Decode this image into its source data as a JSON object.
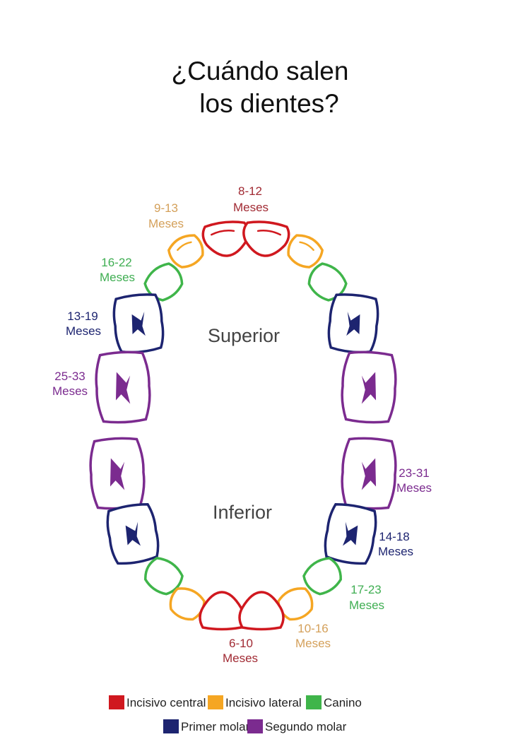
{
  "title": {
    "line1": "¿Cuándo salen",
    "line2": "los dientes?"
  },
  "jaws": {
    "upper": "Superior",
    "lower": "Inferior"
  },
  "colors": {
    "central_incisor": "#d0181f",
    "lateral_incisor": "#f5a623",
    "canine": "#3fb54a",
    "first_molar": "#1d2470",
    "second_molar": "#7b2b8f",
    "label_central": "#a12a33",
    "label_lateral": "#d4a05a",
    "label_canine": "#3fae52",
    "label_first_molar": "#1d2470",
    "label_second_molar": "#7b2b8f"
  },
  "eruption_labels": {
    "upper_central_incisor": {
      "range": "8-12",
      "unit": "Meses"
    },
    "upper_lateral_incisor": {
      "range": "9-13",
      "unit": "Meses"
    },
    "upper_canine": {
      "range": "16-22",
      "unit": "Meses"
    },
    "upper_first_molar": {
      "range": "13-19",
      "unit": "Meses"
    },
    "upper_second_molar": {
      "range": "25-33",
      "unit": "Meses"
    },
    "lower_second_molar": {
      "range": "23-31",
      "unit": "Meses"
    },
    "lower_first_molar": {
      "range": "14-18",
      "unit": "Meses"
    },
    "lower_canine": {
      "range": "17-23",
      "unit": "Meses"
    },
    "lower_lateral_incisor": {
      "range": "10-16",
      "unit": "Meses"
    },
    "lower_central_incisor": {
      "range": "6-10",
      "unit": "Meses"
    }
  },
  "legend": {
    "central_incisor": "Incisivo central",
    "lateral_incisor": "Incisivo lateral",
    "canine": "Canino",
    "first_molar": "Primer molar",
    "second_molar": "Segundo molar"
  }
}
